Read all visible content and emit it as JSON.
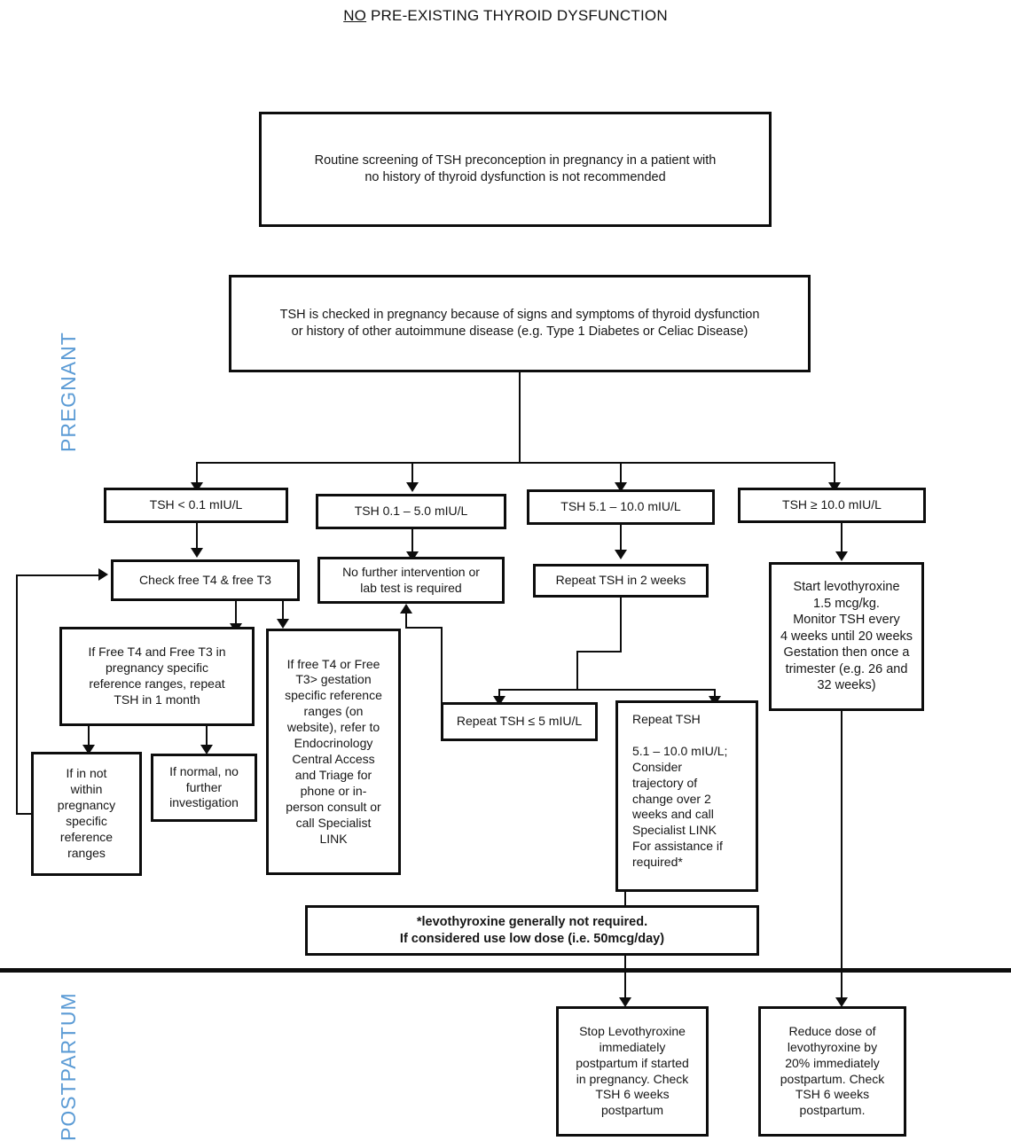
{
  "title": {
    "underlined": "NO",
    "rest": " PRE-EXISTING THYROID DYSFUNCTION"
  },
  "side_labels": {
    "pregnant": "PREGNANT",
    "postpartum": "POSTPARTUM",
    "color": "#5B9BD5"
  },
  "nodes": {
    "screening": "Routine screening of TSH preconception in pregnancy in a patient with\nno history of thyroid dysfunction is not recommended",
    "tsh_checked": "TSH is checked in pregnancy because of signs and symptoms of thyroid dysfunction\nor history of other autoimmune disease (e.g. Type 1 Diabetes or Celiac Disease)",
    "range_lt01": "TSH < 0.1 mIU/L",
    "range_01_50": "TSH 0.1 – 5.0 mIU/L",
    "range_51_100": "TSH 5.1 – 10.0 mIU/L",
    "range_ge100": "TSH ≥ 10.0 mIU/L",
    "check_ft4_ft3": "Check free T4 & free T3",
    "no_further_intervention": "No further intervention or\nlab test is required",
    "repeat_tsh_2weeks": "Repeat TSH in 2 weeks",
    "start_levothyroxine": "Start levothyroxine\n1.5 mcg/kg.\nMonitor TSH every\n4 weeks until 20 weeks\nGestation then once a\ntrimester (e.g. 26 and\n32 weeks)",
    "in_ranges_repeat_1month": "If Free T4 and Free T3 in\npregnancy specific\nreference ranges, repeat\nTSH in 1 month",
    "refer_endocrinology": "If free T4 or Free\nT3> gestation\nspecific reference\nranges (on\nwebsite), refer to\nEndocrinology\nCentral Access\nand Triage for\nphone or in-\nperson consult or\ncall Specialist\nLINK",
    "not_within_ranges": "If in not\nwithin\npregnancy\nspecific\nreference\nranges",
    "if_normal": "If normal, no\nfurther\ninvestigation",
    "repeat_le5": "Repeat TSH ≤ 5 mIU/L",
    "repeat_51_100_consider": "Repeat TSH\n\n5.1 – 10.0 mIU/L;\nConsider\ntrajectory of\nchange over 2\nweeks and call\nSpecialist LINK\nFor assistance if\nrequired*",
    "footnote": "*levothyroxine generally not required.\nIf considered use low dose (i.e. 50mcg/day)",
    "stop_levothyroxine": "Stop Levothyroxine\nimmediately\npostpartum if started\nin pregnancy. Check\nTSH 6 weeks\npostpartum",
    "reduce_dose": "Reduce dose of\nlevothyroxine by\n20% immediately\npostpartum. Check\nTSH 6 weeks\npostpartum."
  }
}
